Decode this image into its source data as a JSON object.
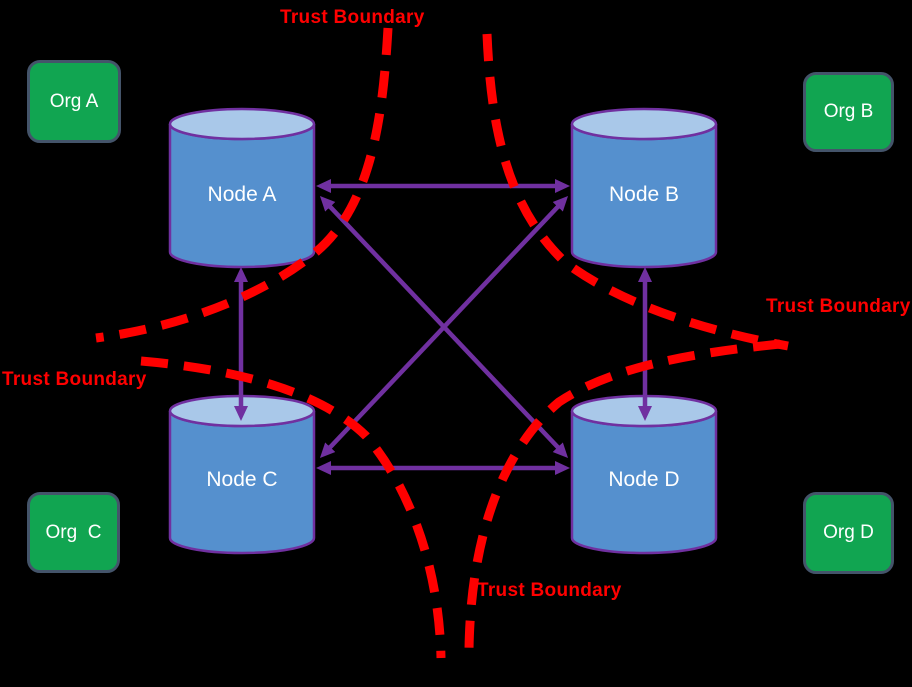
{
  "orgs": [
    {
      "id": "org-a",
      "label": "Org A"
    },
    {
      "id": "org-b",
      "label": "Org B"
    },
    {
      "id": "org-c",
      "label": "Org  C"
    },
    {
      "id": "org-d",
      "label": "Org D"
    }
  ],
  "nodes": [
    {
      "id": "node-a",
      "label": "Node A"
    },
    {
      "id": "node-b",
      "label": "Node B"
    },
    {
      "id": "node-c",
      "label": "Node C"
    },
    {
      "id": "node-d",
      "label": "Node D"
    }
  ],
  "trust_boundary": {
    "label": "Trust Boundary",
    "label_count": 4,
    "style": "red-dashed-curves"
  },
  "connections": [
    {
      "from": "Node A",
      "to": "Node B",
      "style": "bidirectional"
    },
    {
      "from": "Node A",
      "to": "Node C",
      "style": "bidirectional"
    },
    {
      "from": "Node A",
      "to": "Node D",
      "style": "bidirectional"
    },
    {
      "from": "Node B",
      "to": "Node C",
      "style": "bidirectional"
    },
    {
      "from": "Node B",
      "to": "Node D",
      "style": "bidirectional"
    },
    {
      "from": "Node C",
      "to": "Node D",
      "style": "bidirectional"
    }
  ],
  "colors": {
    "background": "#000000",
    "org_fill": "#11A551",
    "org_border": "#44546A",
    "org_text": "#FFFFFF",
    "node_body": "#5590CE",
    "node_top": "#A9C8E9",
    "node_outline": "#7030A0",
    "node_text": "#FFFFFF",
    "arrow": "#7030A0",
    "trust_boundary": "#FF0000"
  }
}
